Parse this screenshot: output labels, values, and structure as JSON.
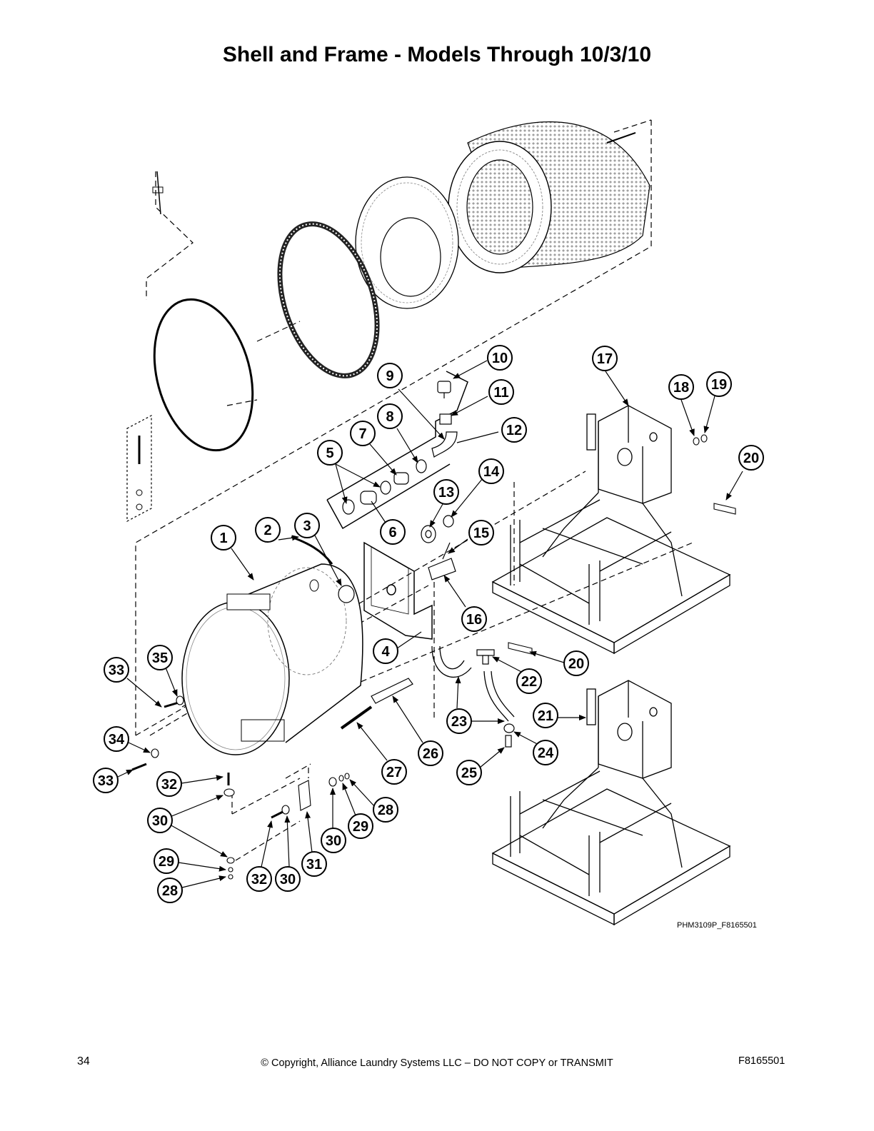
{
  "page": {
    "title": "Shell and Frame - Models Through 10/3/10",
    "figure_code": "PHM3109P_F8165501",
    "page_number": "34",
    "copyright": "© Copyright, Alliance Laundry Systems LLC – DO NOT COPY or TRANSMIT",
    "document_code": "F8165501"
  },
  "callouts": [
    {
      "id": "c1",
      "label": "1"
    },
    {
      "id": "c2",
      "label": "2"
    },
    {
      "id": "c3",
      "label": "3"
    },
    {
      "id": "c4",
      "label": "4"
    },
    {
      "id": "c5",
      "label": "5"
    },
    {
      "id": "c6",
      "label": "6"
    },
    {
      "id": "c7",
      "label": "7"
    },
    {
      "id": "c8",
      "label": "8"
    },
    {
      "id": "c9",
      "label": "9"
    },
    {
      "id": "c10",
      "label": "10"
    },
    {
      "id": "c11",
      "label": "11"
    },
    {
      "id": "c12",
      "label": "12"
    },
    {
      "id": "c13",
      "label": "13"
    },
    {
      "id": "c14",
      "label": "14"
    },
    {
      "id": "c15",
      "label": "15"
    },
    {
      "id": "c16",
      "label": "16"
    },
    {
      "id": "c17",
      "label": "17"
    },
    {
      "id": "c18",
      "label": "18"
    },
    {
      "id": "c19",
      "label": "19"
    },
    {
      "id": "c20a",
      "label": "20"
    },
    {
      "id": "c20b",
      "label": "20"
    },
    {
      "id": "c21",
      "label": "21"
    },
    {
      "id": "c22",
      "label": "22"
    },
    {
      "id": "c23",
      "label": "23"
    },
    {
      "id": "c24",
      "label": "24"
    },
    {
      "id": "c25",
      "label": "25"
    },
    {
      "id": "c26",
      "label": "26"
    },
    {
      "id": "c27",
      "label": "27"
    },
    {
      "id": "c28a",
      "label": "28"
    },
    {
      "id": "c28b",
      "label": "28"
    },
    {
      "id": "c29a",
      "label": "29"
    },
    {
      "id": "c29b",
      "label": "29"
    },
    {
      "id": "c30a",
      "label": "30"
    },
    {
      "id": "c30b",
      "label": "30"
    },
    {
      "id": "c30c",
      "label": "30"
    },
    {
      "id": "c31",
      "label": "31"
    },
    {
      "id": "c32a",
      "label": "32"
    },
    {
      "id": "c32b",
      "label": "32"
    },
    {
      "id": "c33a",
      "label": "33"
    },
    {
      "id": "c33b",
      "label": "33"
    },
    {
      "id": "c34",
      "label": "34"
    },
    {
      "id": "c35",
      "label": "35"
    }
  ]
}
